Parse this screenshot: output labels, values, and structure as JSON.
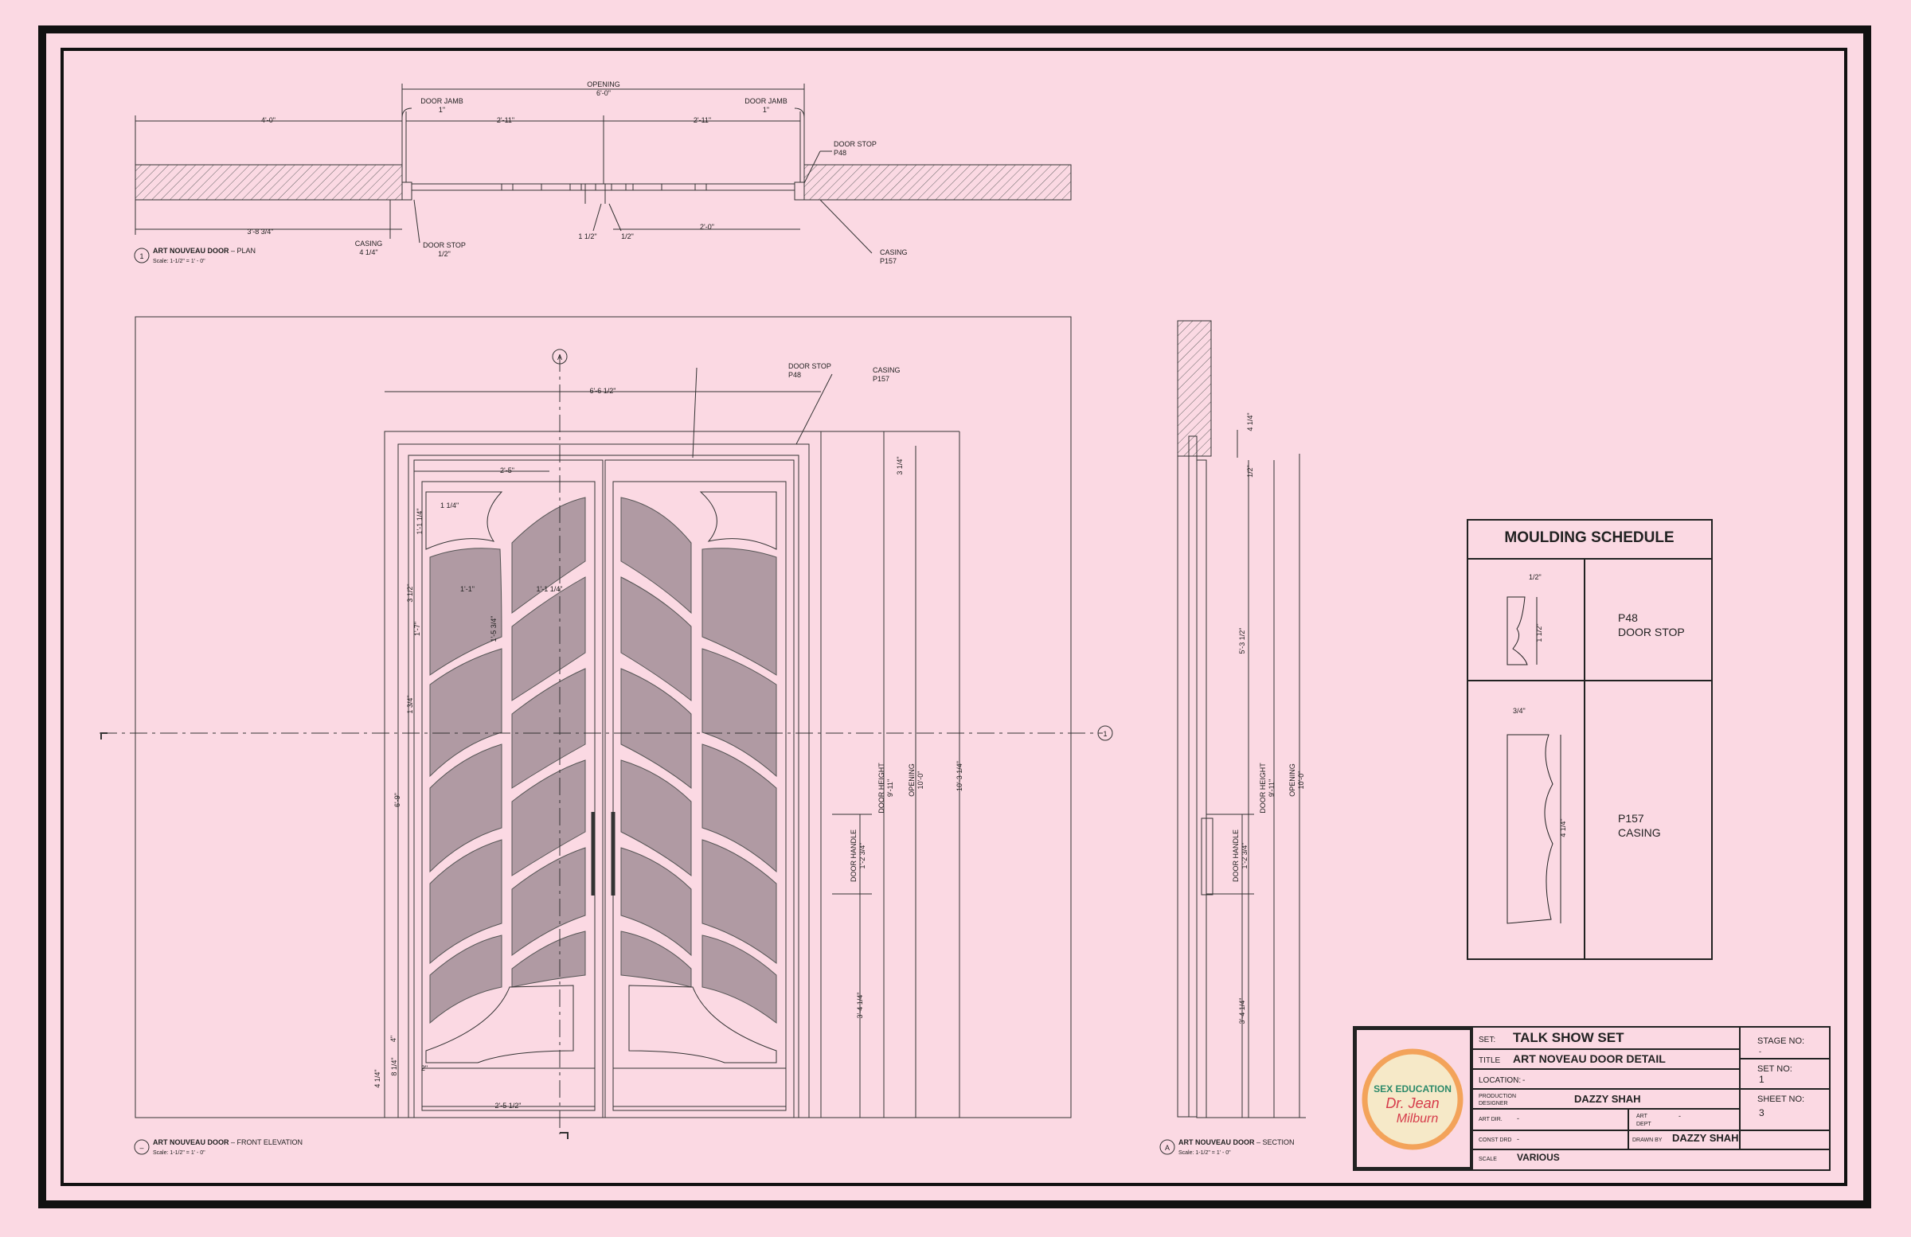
{
  "plan": {
    "opening_label": "OPENING",
    "opening_value": "6'-0\"",
    "door_jamb_label": "DOOR JAMB",
    "door_jamb_value": "1\"",
    "dim_wall_left": "4'-0\"",
    "dim_leaf_left": "2'-11\"",
    "dim_leaf_right": "2'-11\"",
    "door_stop_label": "DOOR STOP",
    "door_stop_code": "P48",
    "dim_bottom_left": "3'-8 3/4\"",
    "casing_label": "CASING",
    "casing_value": "4 1/4\"",
    "door_stop_value": "1/2\"",
    "dim_center_a": "1 1/2\"",
    "dim_center_b": "1/2\"",
    "dim_bottom_right": "2'-0\"",
    "casing_code": "P157",
    "title_num": "1",
    "title_bold": "ART NOUVEAU DOOR",
    "title_rest": " – PLAN",
    "scale": "Scale:  1-1/2\" = 1' - 0\""
  },
  "elevation": {
    "marker_a": "A",
    "marker_1": "1",
    "door_stop_label": "DOOR STOP",
    "door_stop_code": "P48",
    "casing_label": "CASING",
    "casing_code": "P157",
    "overall_width": "6'-6 1/2\"",
    "top_width": "2'-5\"",
    "dim_1_1_4": "1 1/4\"",
    "dim_1_1_1_4": "1'-1 1/4\"",
    "dim_3_1_2": "3 1/2\"",
    "dim_1_1": "1'-1\"",
    "dim_1_1_1_4b": "1'-1 1/4\"",
    "dim_1_7": "1'-7\"",
    "dim_1_5_3_4": "1'-5 3/4\"",
    "dim_1_3_4": "1 3/4\"",
    "dim_6_9": "6'-9\"",
    "dim_3_1_4": "3 1/4\"",
    "door_height": "DOOR HEIGHT",
    "door_height_value": "9'-11\"",
    "opening": "OPENING",
    "opening_value": "10'-0\"",
    "overall_height": "10'-3 1/4\"",
    "door_handle": "DOOR HANDLE",
    "door_handle_value": "1'-2 3/4\"",
    "dim_3_4_1_4": "3'-4 1/4\"",
    "dim_4": "4\"",
    "dim_8_1_4": "8 1/4\"",
    "dim_2": "2\"",
    "dim_4_1_4": "4 1/4\"",
    "bottom_width": "2'-5 1/2\"",
    "title_num": "–",
    "title_bold": "ART NOUVEAU DOOR",
    "title_rest": " – FRONT ELEVATION",
    "scale": "Scale:  1-1/2\" = 1' - 0\""
  },
  "section": {
    "dim_top": "4 1/4\"",
    "dim_half": "1/2\"",
    "dim_5_3_1_2": "5'-3 1/2\"",
    "door_height": "DOOR HEIGHT",
    "door_height_value": "9'-11\"",
    "opening": "OPENING",
    "opening_value": "10'-0\"",
    "door_handle": "DOOR HANDLE",
    "door_handle_value": "1'-2 3/4\"",
    "dim_3_4_1_4": "3'-4 1/4\"",
    "title_num": "A",
    "title_bold": "ART NOUVEAU DOOR",
    "title_rest": " – SECTION",
    "scale": "Scale:  1-1/2\" = 1' - 0\""
  },
  "moulding_schedule": {
    "title": "MOULDING SCHEDULE",
    "rows": [
      {
        "dim_a": "1/2\"",
        "dim_b": "1 1/2\"",
        "code": "P48",
        "name": "DOOR STOP"
      },
      {
        "dim_a": "3/4\"",
        "dim_b": "4 1/4\"",
        "code": "P157",
        "name": "CASING"
      }
    ]
  },
  "title_block": {
    "logo_line1": "SEX EDUCATION",
    "logo_line2": "Dr. Jean",
    "logo_line3": "Milburn",
    "set_label": "SET:",
    "set_value": "TALK SHOW SET",
    "title_label": "TITLE",
    "title_value": "ART NOVEAU DOOR DETAIL",
    "location_label": "LOCATION:",
    "location_value": "-",
    "designer_label_1": "PRODUCTION",
    "designer_label_2": "DESIGNER",
    "designer_value": "DAZZY  SHAH",
    "art_dir_label": "ART DIR.",
    "art_dir_value": "-",
    "art_dept_label_1": "ART",
    "art_dept_label_2": "DEPT",
    "art_dept_value": "-",
    "const_drd_label": "CONST DRD",
    "const_drd_value": "-",
    "drawn_by_label": "DRAWN BY",
    "drawn_by_value": "DAZZY  SHAH",
    "scale_label": "SCALE",
    "scale_value": "VARIOUS",
    "stage_no_label": "STAGE NO:",
    "stage_no_value": "-",
    "set_no_label": "SET NO:",
    "set_no_value": "1",
    "sheet_no_label": "SHEET NO:",
    "sheet_no_value": "3"
  },
  "colors": {
    "background": "#fbd9e3",
    "line": "#222222",
    "glass": "#b09aa3",
    "logo_ring": "#f3a35a",
    "logo_fill": "#f6e9c8"
  }
}
